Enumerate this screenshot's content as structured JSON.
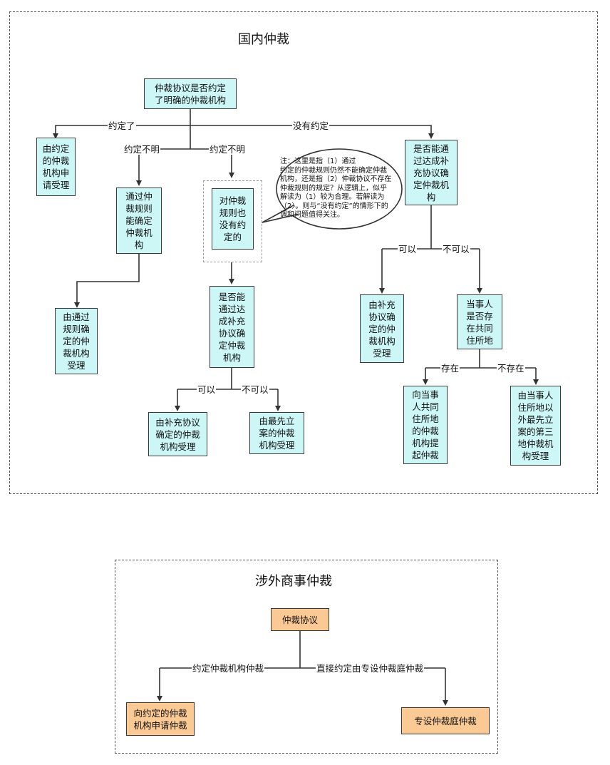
{
  "domestic": {
    "title": "国内仲裁",
    "root": "仲裁协议是否约定\n了明确的仲裁机构",
    "agreed_box": "由约定\n的仲裁\n机构申\n请受理",
    "rule_box": "通过仲\n裁规则\n能确定\n仲裁机\n构",
    "rule_accept": "由通过\n规则确\n定的仲\n裁机构\n受理",
    "no_rule_box": "对仲裁\n规则也\n没有约\n定的",
    "supp_question_mid": "是否能\n通过达\n成补充\n协议确\n定仲裁\n机构",
    "supp_accept_mid": "由补充协议\n确定的仲裁\n机构受理",
    "first_case_mid": "由最先立\n案的仲裁\n机构受理",
    "supp_question_right": "是否能通\n过达成补\n充协议确\n定仲裁机\n构",
    "supp_accept_right": "由补充\n协议确\n定的仲\n裁机构\n受理",
    "common_domicile": "当事人\n是否存\n在共同\n住所地",
    "domicile_yes": "向当事\n人共同\n住所地\n的仲裁\n机构提\n起仲裁",
    "domicile_no": "由当事人\n住所地以\n外最先立\n案的第三\n地仲裁机\n构受理",
    "labels": {
      "agreed": "约定了",
      "not_agreed": "没有约定",
      "unclear_1": "约定不明",
      "unclear_2": "约定不明",
      "can_mid": "可以",
      "cannot_mid": "不可以",
      "can_right": "可以",
      "cannot_right": "不可以",
      "exists": "存在",
      "not_exists": "不存在"
    },
    "note": "注：这里是指（1）通过\n约定的仲裁规则仍然不能确定仲裁\n机构，还是指（2）仲裁协议不存在\n仲裁规则的规定？从逻辑上，似乎\n解读为（1）较为合理。若解读为\n（2），则与“没有约定”的情形下的\n调和问题值得关注。"
  },
  "foreign": {
    "title": "涉外商事仲裁",
    "root": "仲裁协议",
    "left_box": "向约定的仲裁\n机构申请仲裁",
    "right_box": "专设仲裁庭仲裁",
    "label_left": "约定仲裁机构仲裁",
    "label_right": "直接约定由专设仲裁庭仲裁"
  },
  "colors": {
    "cyan_fill": "#cdf7f7",
    "orange_fill": "#fbc993",
    "line": "#333333"
  }
}
